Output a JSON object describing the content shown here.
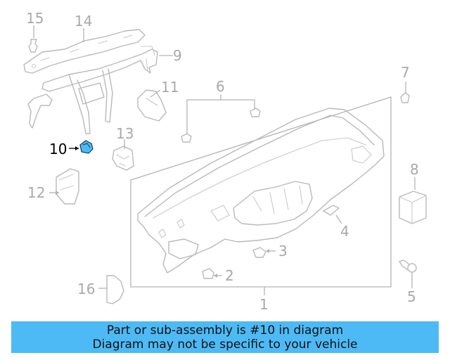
{
  "diagram": {
    "highlight_color": "#4dbaf5",
    "labels": {
      "p1": "1",
      "p2": "2",
      "p3": "3",
      "p4": "4",
      "p5": "5",
      "p6": "6",
      "p7": "7",
      "p8": "8",
      "p9": "9",
      "p10": "10",
      "p11": "11",
      "p12": "12",
      "p13": "13",
      "p14": "14",
      "p15": "15",
      "p16": "16"
    },
    "highlighted_part": "10"
  },
  "caption": {
    "line1": "Part or sub-assembly is #10 in diagram",
    "line2": "Diagram may not be specific to your vehicle",
    "background": "#4dbaf5"
  }
}
